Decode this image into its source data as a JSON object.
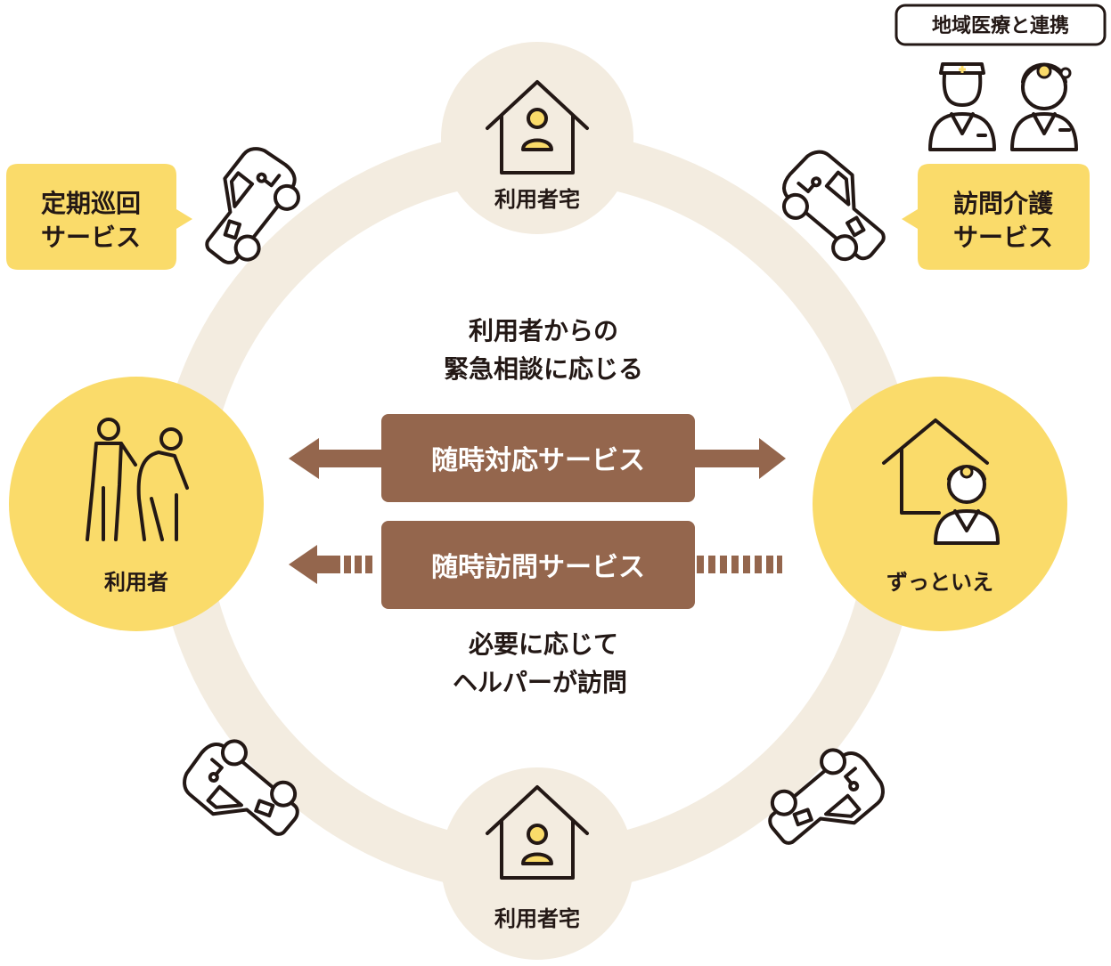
{
  "colors": {
    "ring": "#f3ece0",
    "accent_yellow": "#fadb6a",
    "service_brown": "#94664d",
    "text_dark": "#231815",
    "white": "#ffffff"
  },
  "nodes": {
    "top_home": {
      "label": "利用者宅",
      "icon": "house-person-icon"
    },
    "bottom_home": {
      "label": "利用者宅",
      "icon": "house-person-icon"
    },
    "user": {
      "label": "利用者",
      "icon": "elderly-and-helper-icon"
    },
    "zuttoie": {
      "label": "ずっといえ",
      "icon": "house-doctor-icon"
    }
  },
  "callouts": {
    "periodic": {
      "line1": "定期巡回",
      "line2": "サービス"
    },
    "home_care": {
      "line1": "訪問介護",
      "line2": "サービス"
    },
    "regional": {
      "label": "地域医療と連携",
      "icons": [
        "nurse-icon",
        "doctor-icon"
      ]
    }
  },
  "center": {
    "top_line1": "利用者からの",
    "top_line2": "緊急相談に応じる",
    "bottom_line1": "必要に応じて",
    "bottom_line2": "ヘルパーが訪問"
  },
  "services": {
    "anytime_response": "随時対応サービス",
    "anytime_visit": "随時訪問サービス"
  },
  "vehicles": [
    "car-icon",
    "car-icon",
    "car-icon",
    "car-icon"
  ]
}
